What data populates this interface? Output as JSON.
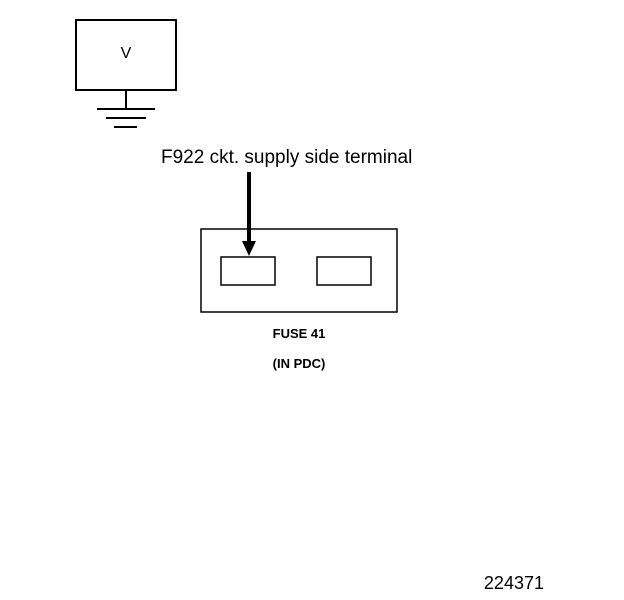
{
  "meter": {
    "label": "V"
  },
  "callout": {
    "text": "F922 ckt. supply side terminal"
  },
  "fuse": {
    "name": "FUSE 41",
    "location": "(IN PDC)"
  },
  "figure_id": "224371",
  "colors": {
    "line": "#000000",
    "background": "#ffffff"
  },
  "icons": {
    "ground": "ground-symbol-icon",
    "arrow": "arrow-down-icon"
  }
}
